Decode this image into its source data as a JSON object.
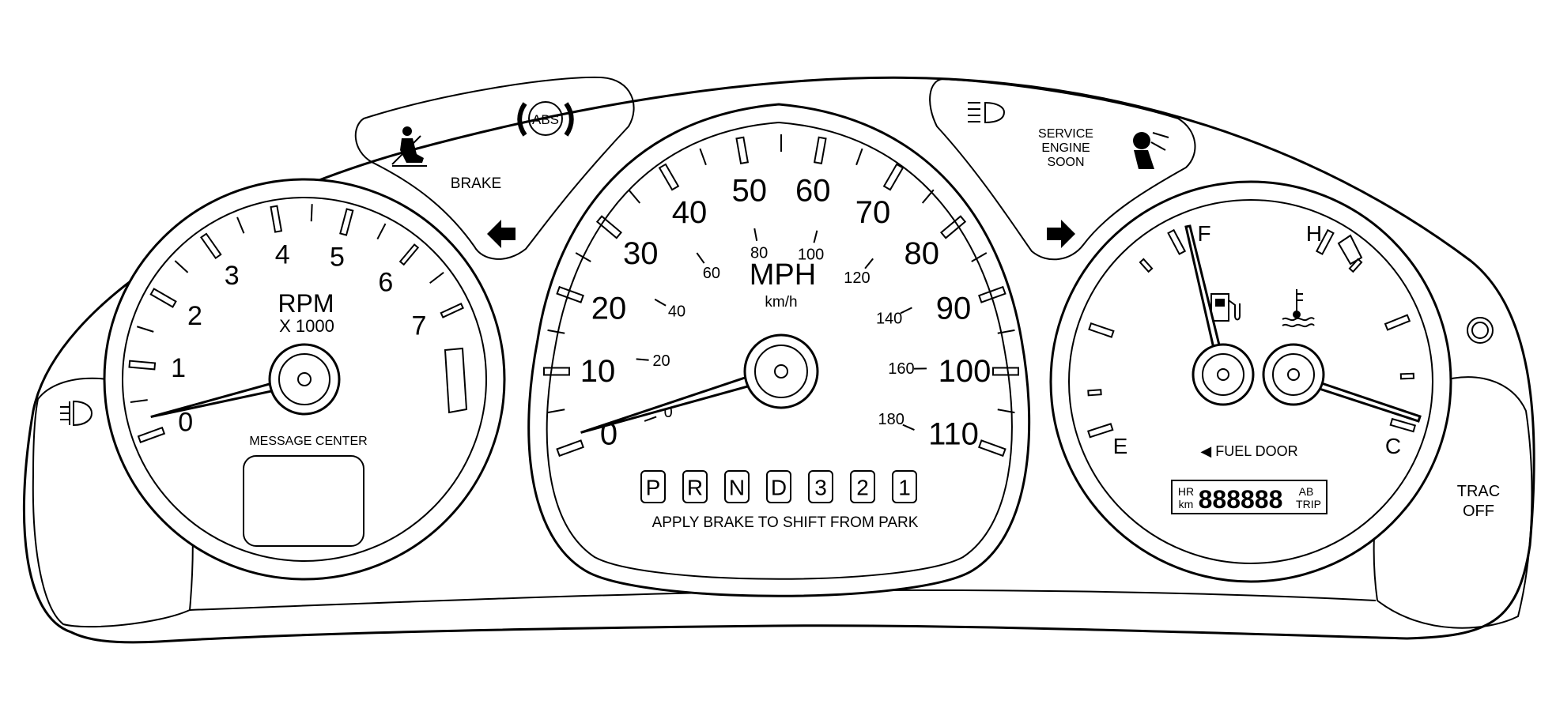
{
  "tachometer": {
    "labels": [
      "0",
      "1",
      "2",
      "3",
      "4",
      "5",
      "6",
      "7"
    ],
    "unit": "RPM",
    "multiplier": "X 1000",
    "message_center": "MESSAGE CENTER"
  },
  "speedometer": {
    "mph_labels": [
      "0",
      "10",
      "20",
      "30",
      "40",
      "50",
      "60",
      "70",
      "80",
      "90",
      "100",
      "110"
    ],
    "kmh_labels": [
      "0",
      "20",
      "40",
      "60",
      "80",
      "100",
      "120",
      "140",
      "160",
      "180"
    ],
    "unit": "MPH",
    "unit_secondary": "km/h",
    "gears": [
      "P",
      "R",
      "N",
      "D",
      "3",
      "2",
      "1"
    ],
    "shift_notice": "APPLY BRAKE TO SHIFT FROM PARK"
  },
  "fuel_temp": {
    "fuel_full": "F",
    "fuel_empty": "E",
    "temp_hot": "H",
    "temp_cold": "C",
    "fuel_door": "◀ FUEL DOOR"
  },
  "odometer": {
    "left_top": "HR",
    "left_bottom": "km",
    "digits": "888888",
    "right_top": "AB",
    "right_bottom": "TRIP"
  },
  "warnings": {
    "brake": "BRAKE",
    "abs": "ABS",
    "service_engine": [
      "SERVICE",
      "ENGINE",
      "SOON"
    ],
    "trac_off": [
      "TRAC",
      "OFF"
    ]
  },
  "icons": {
    "seatbelt": "seatbelt-warning-icon",
    "abs": "abs-warning-icon",
    "turn_left": "turn-left-arrow-icon",
    "turn_right": "turn-right-arrow-icon",
    "high_beam": "high-beam-icon",
    "airbag": "airbag-warning-icon",
    "fuel_pump": "fuel-pump-icon",
    "coolant_temp": "coolant-temperature-icon",
    "fog_lamp": "fog-lamp-icon",
    "trac_button": "traction-control-button-icon"
  }
}
